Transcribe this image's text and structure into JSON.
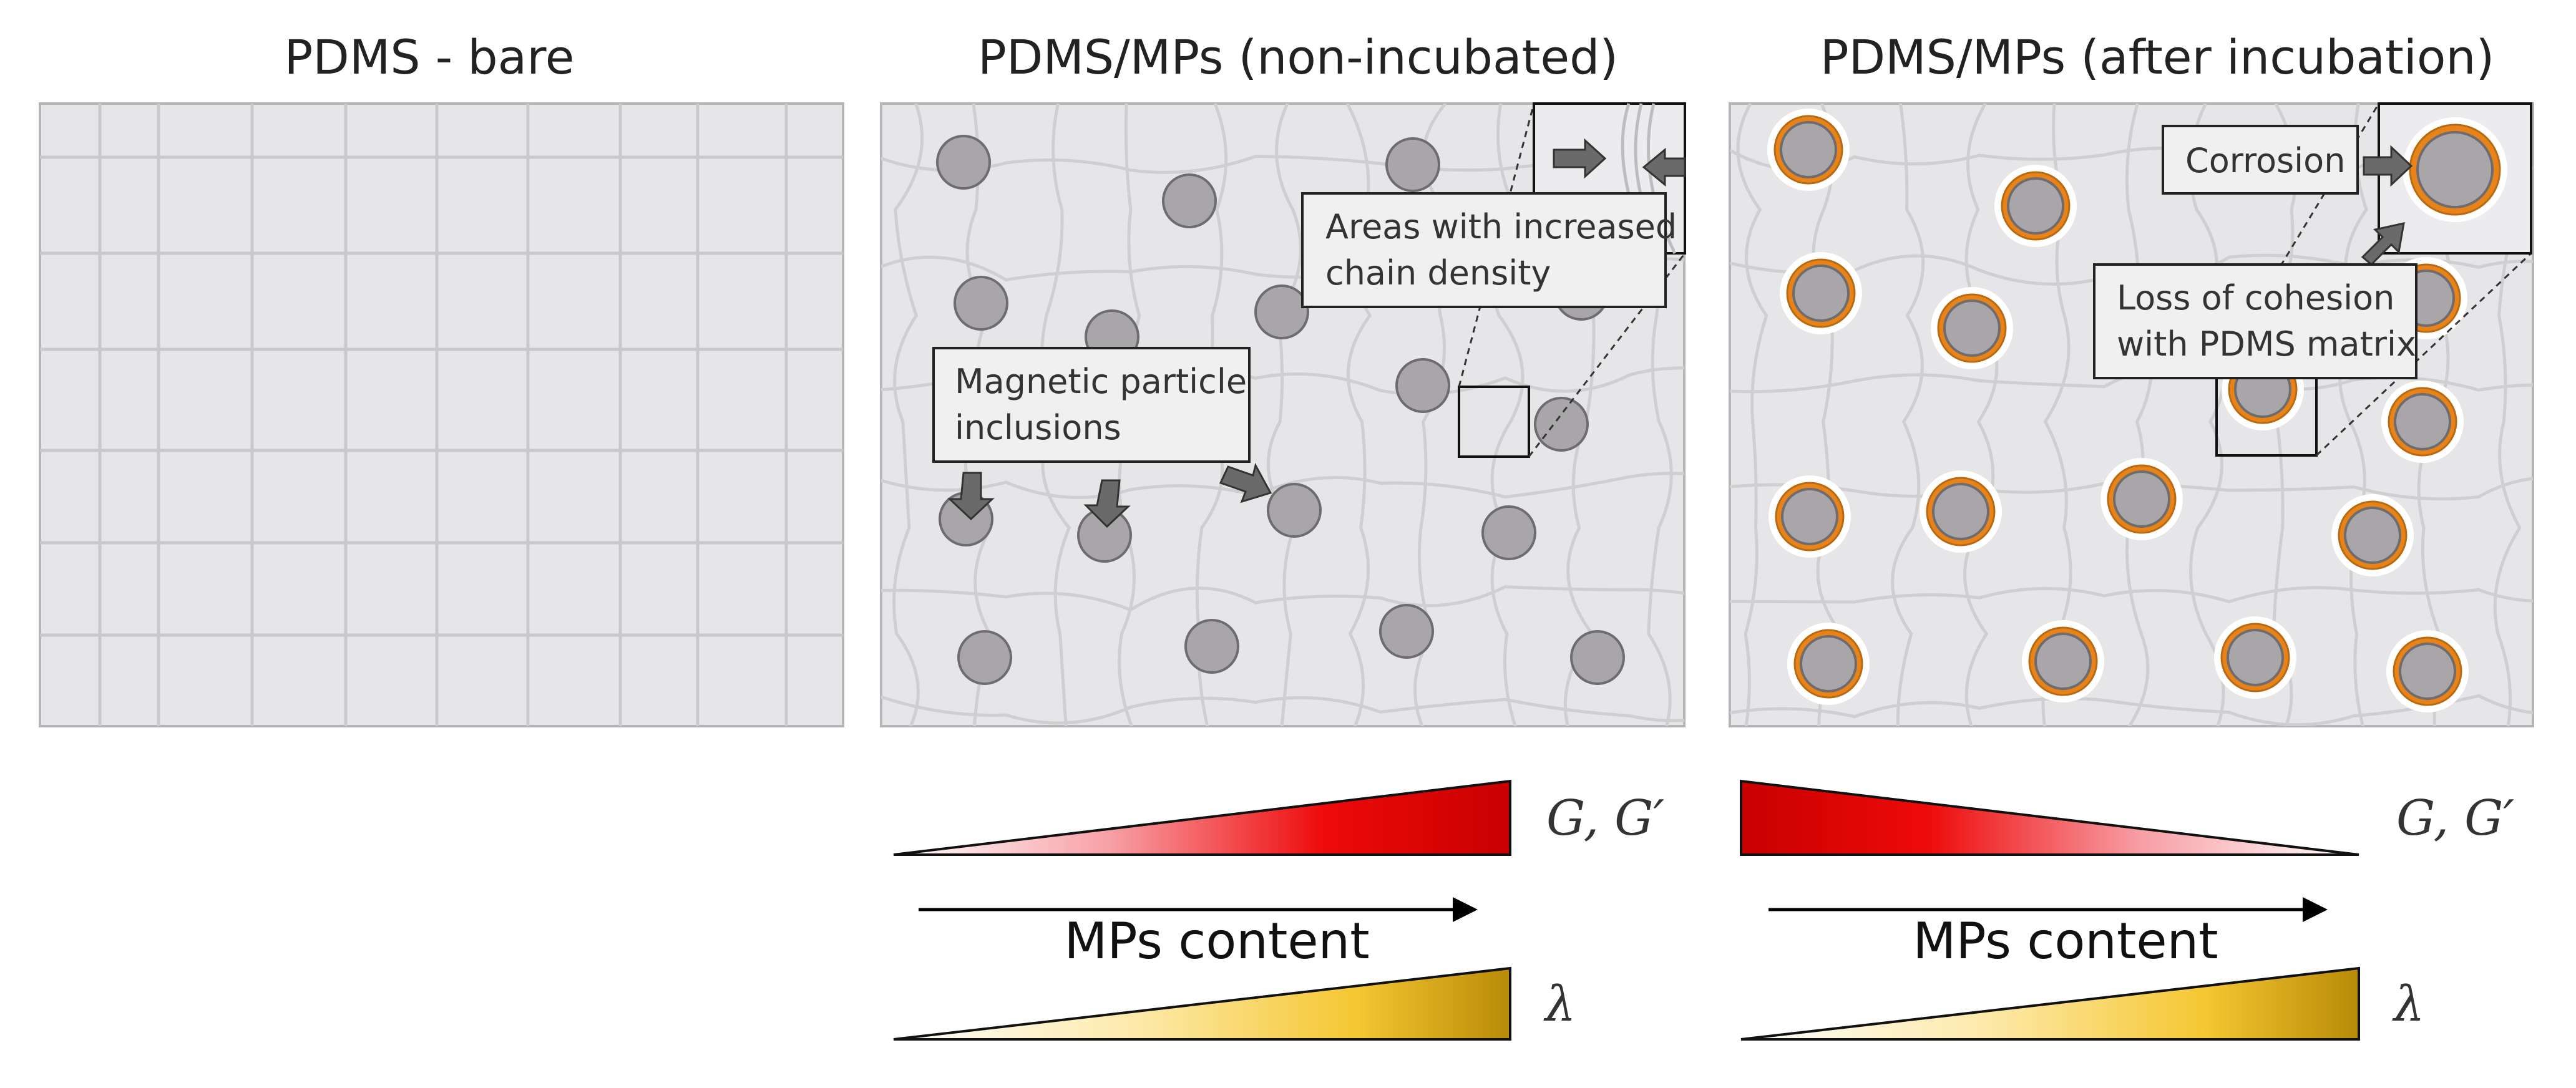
{
  "panels": [
    {
      "title": "PDMS - bare"
    },
    {
      "title": "PDMS/MPs (non-incubated)"
    },
    {
      "title": "PDMS/MPs (after incubation)"
    }
  ],
  "callouts": {
    "magnetic_line1": "Magnetic particle",
    "magnetic_line2": "inclusions",
    "chain_line1": "Areas with increased",
    "chain_line2": "chain density",
    "corrosion": "Corrosion",
    "cohesion_line1": "Loss of cohesion",
    "cohesion_line2": "with PDMS matrix"
  },
  "gradients": {
    "mps_content": "MPs content",
    "modulus_label": "G, G′",
    "lambda_label": "λ"
  },
  "colors": {
    "matrix_fill": "#e6e5e7",
    "matrix_line": "#c9c9cb",
    "particle_fill": "#a8a6a8",
    "particle_stroke": "#6e6c6e",
    "corrosion_ring": "#e8831a",
    "modulus_red": "#dd0000",
    "lambda_gold": "#c8960a"
  }
}
